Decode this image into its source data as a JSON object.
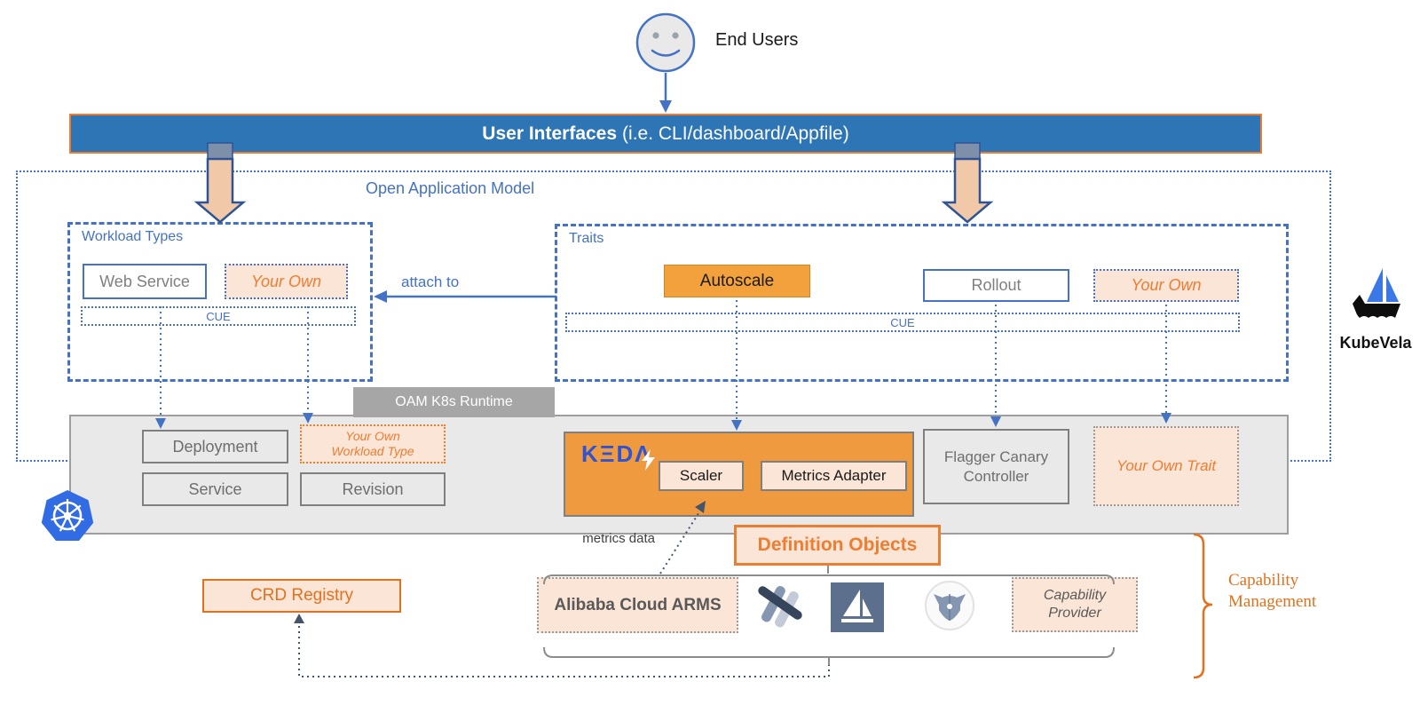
{
  "header": {
    "end_users_label": "End Users",
    "ui_bar_title_bold": "User Interfaces",
    "ui_bar_title_rest": "(i.e. CLI/dashboard/Appfile)"
  },
  "oam": {
    "label": "Open Application Model",
    "attach_label": "attach to",
    "workload_types": {
      "label": "Workload Types",
      "web_service": "Web Service",
      "your_own": "Your Own",
      "cue_label": "CUE"
    },
    "traits": {
      "label": "Traits",
      "autoscale": "Autoscale",
      "rollout": "Rollout",
      "your_own": "Your Own",
      "cue_label": "CUE"
    }
  },
  "runtime": {
    "label": "OAM K8s Runtime",
    "deployment": "Deployment",
    "service": "Service",
    "your_own_workload_type": "Your Own\nWorkload Type",
    "revision": "Revision",
    "keda": {
      "logo_text": "KΞDΛ",
      "scaler": "Scaler",
      "metrics_adapter": "Metrics Adapter"
    },
    "flagger": "Flagger Canary\nController",
    "your_own_trait": "Your Own Trait"
  },
  "bottom": {
    "crd_registry": "CRD Registry",
    "definition_objects": "Definition Objects",
    "metrics_data": "metrics data",
    "alibaba_arms": "Alibaba Cloud ARMS",
    "capability_provider": "Capability\nProvider",
    "capability_management": "Capability\nManagement"
  },
  "branding": {
    "kubevela": "KubeVela"
  },
  "icons": {
    "end_user": "smiley-face-icon",
    "kubernetes": "kubernetes-wheel-icon",
    "keda_bolt": "lightning-bolt-icon",
    "provider_logos": [
      "striped-hexagon-logo-icon",
      "istio-sailboat-logo-icon",
      "viking-helmet-logo-icon"
    ],
    "kubevela": "sailboat-logo-icon"
  },
  "colors": {
    "bar_blue": "#2E75B6",
    "diagram_blue": "#4472C4",
    "orange": "#ED7D31",
    "autoscale_orange": "#F2A13D",
    "keda_orange": "#EF9A3F",
    "peach": "#FBE5D6",
    "band_gray": "#E9E9E9",
    "dark_navy": "#44546A",
    "kubernetes_blue": "#326CE5"
  }
}
